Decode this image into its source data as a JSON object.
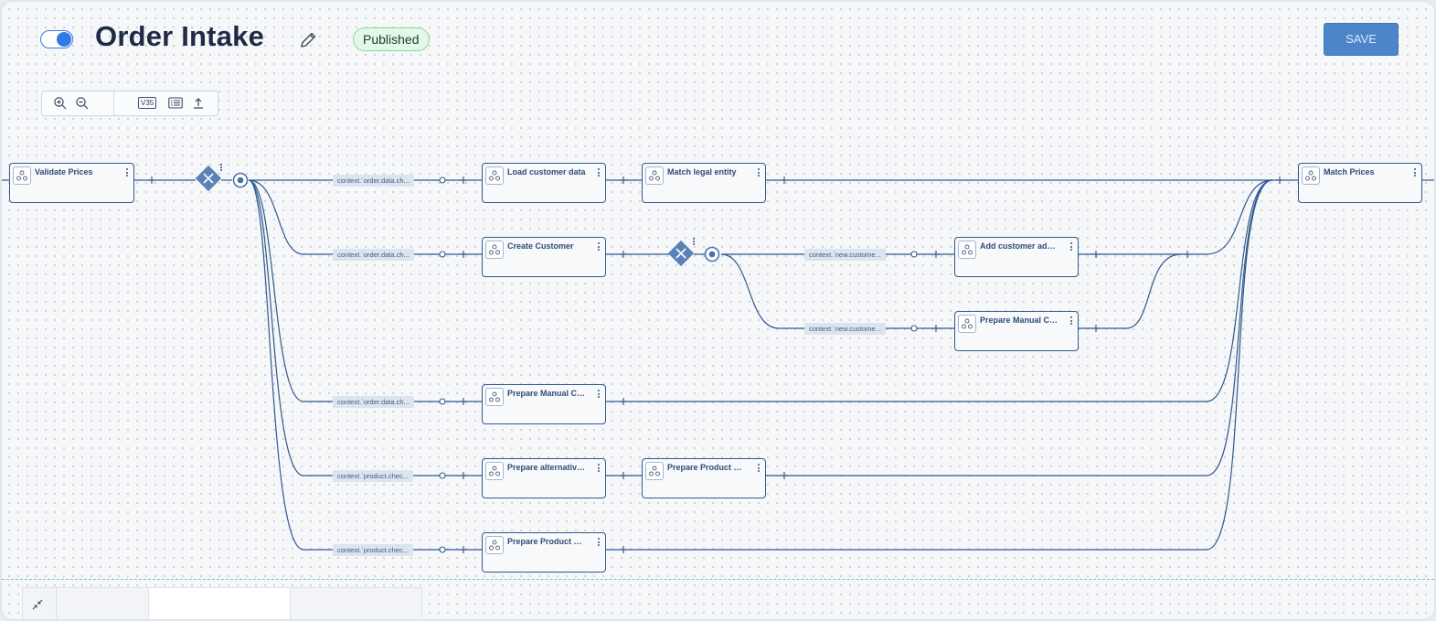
{
  "header": {
    "title": "Order Intake",
    "status": "Published",
    "save_label": "SAVE",
    "enabled": true
  },
  "toolbar": {
    "version": "V35",
    "icons": [
      "zoom-in-icon",
      "zoom-out-icon",
      "version-icon",
      "list-icon",
      "export-icon"
    ]
  },
  "nodes": [
    {
      "id": "validate-prices",
      "label": "Validate Prices"
    },
    {
      "id": "load-customer-data",
      "label": "Load customer data"
    },
    {
      "id": "match-legal-entity",
      "label": "Match legal entity"
    },
    {
      "id": "match-prices",
      "label": "Match Prices"
    },
    {
      "id": "create-customer",
      "label": "Create Customer"
    },
    {
      "id": "add-customer-address",
      "label": "Add customer address"
    },
    {
      "id": "prepare-manual-cust-1",
      "label": "Prepare Manual Cust..."
    },
    {
      "id": "prepare-manual-cust-2",
      "label": "Prepare Manual Cust..."
    },
    {
      "id": "prepare-alternative-pr",
      "label": "Prepare alternative pr..."
    },
    {
      "id": "prepare-product-data-1",
      "label": "Prepare Product Data"
    },
    {
      "id": "prepare-product-data-2",
      "label": "Prepare Product Data"
    }
  ],
  "conditions": [
    "context.`order.data.ch...",
    "context.`order.data.ch...",
    "context.`new.custome...",
    "context.`new.custome...",
    "context.`order.data.ch...",
    "context.`product.chec...",
    "context.`product.chec..."
  ],
  "colors": {
    "accent": "#2f7be6",
    "node_border": "#2f5a8e",
    "gateway": "#5a82b8",
    "badge_bg": "#e3f8e6",
    "save_bg": "#4d86c8"
  }
}
